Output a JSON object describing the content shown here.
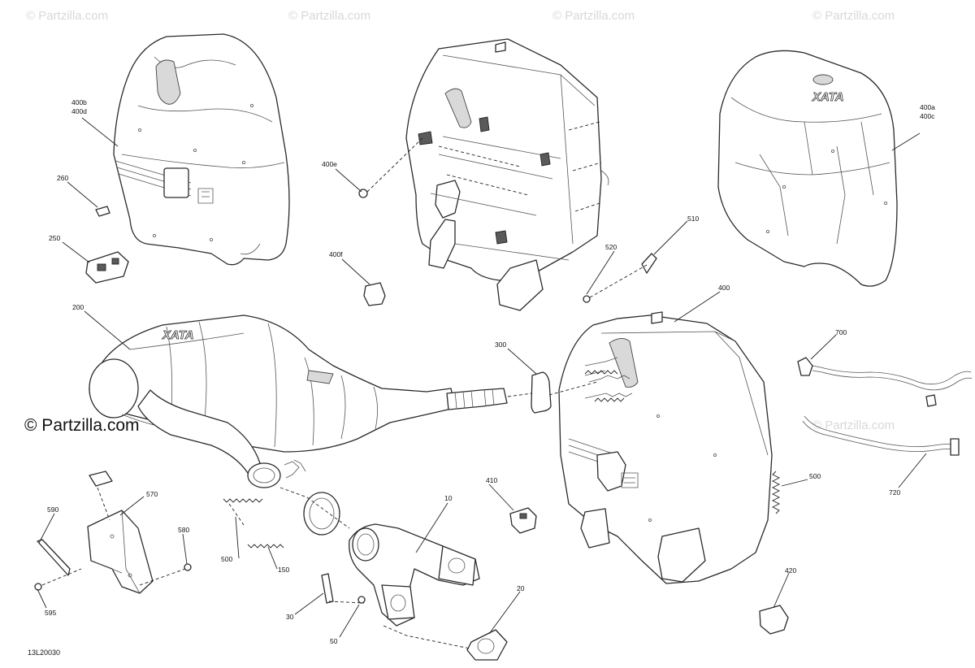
{
  "watermark": {
    "text": "© Partzilla.com",
    "large_text": "© Partzilla.com"
  },
  "diagram_code": "13L20030",
  "brand_marks": {
    "cover": "XATA",
    "pipe": "XATA"
  },
  "callouts": {
    "c400bd_a": "400b",
    "c400bd_b": "400d",
    "c260": "260",
    "c250": "250",
    "c400e": "400e",
    "c400f": "400f",
    "c520": "520",
    "c510": "510",
    "c400ac_a": "400a",
    "c400ac_b": "400c",
    "c200": "200",
    "c300": "300",
    "c400": "400",
    "c700": "700",
    "c720": "720",
    "c500_right": "500",
    "c410": "410",
    "c10": "10",
    "c570": "570",
    "c590": "590",
    "c580": "580",
    "c500_left": "500",
    "c150": "150",
    "c595": "595",
    "c30": "30",
    "c50": "50",
    "c20": "20",
    "c420": "420"
  }
}
